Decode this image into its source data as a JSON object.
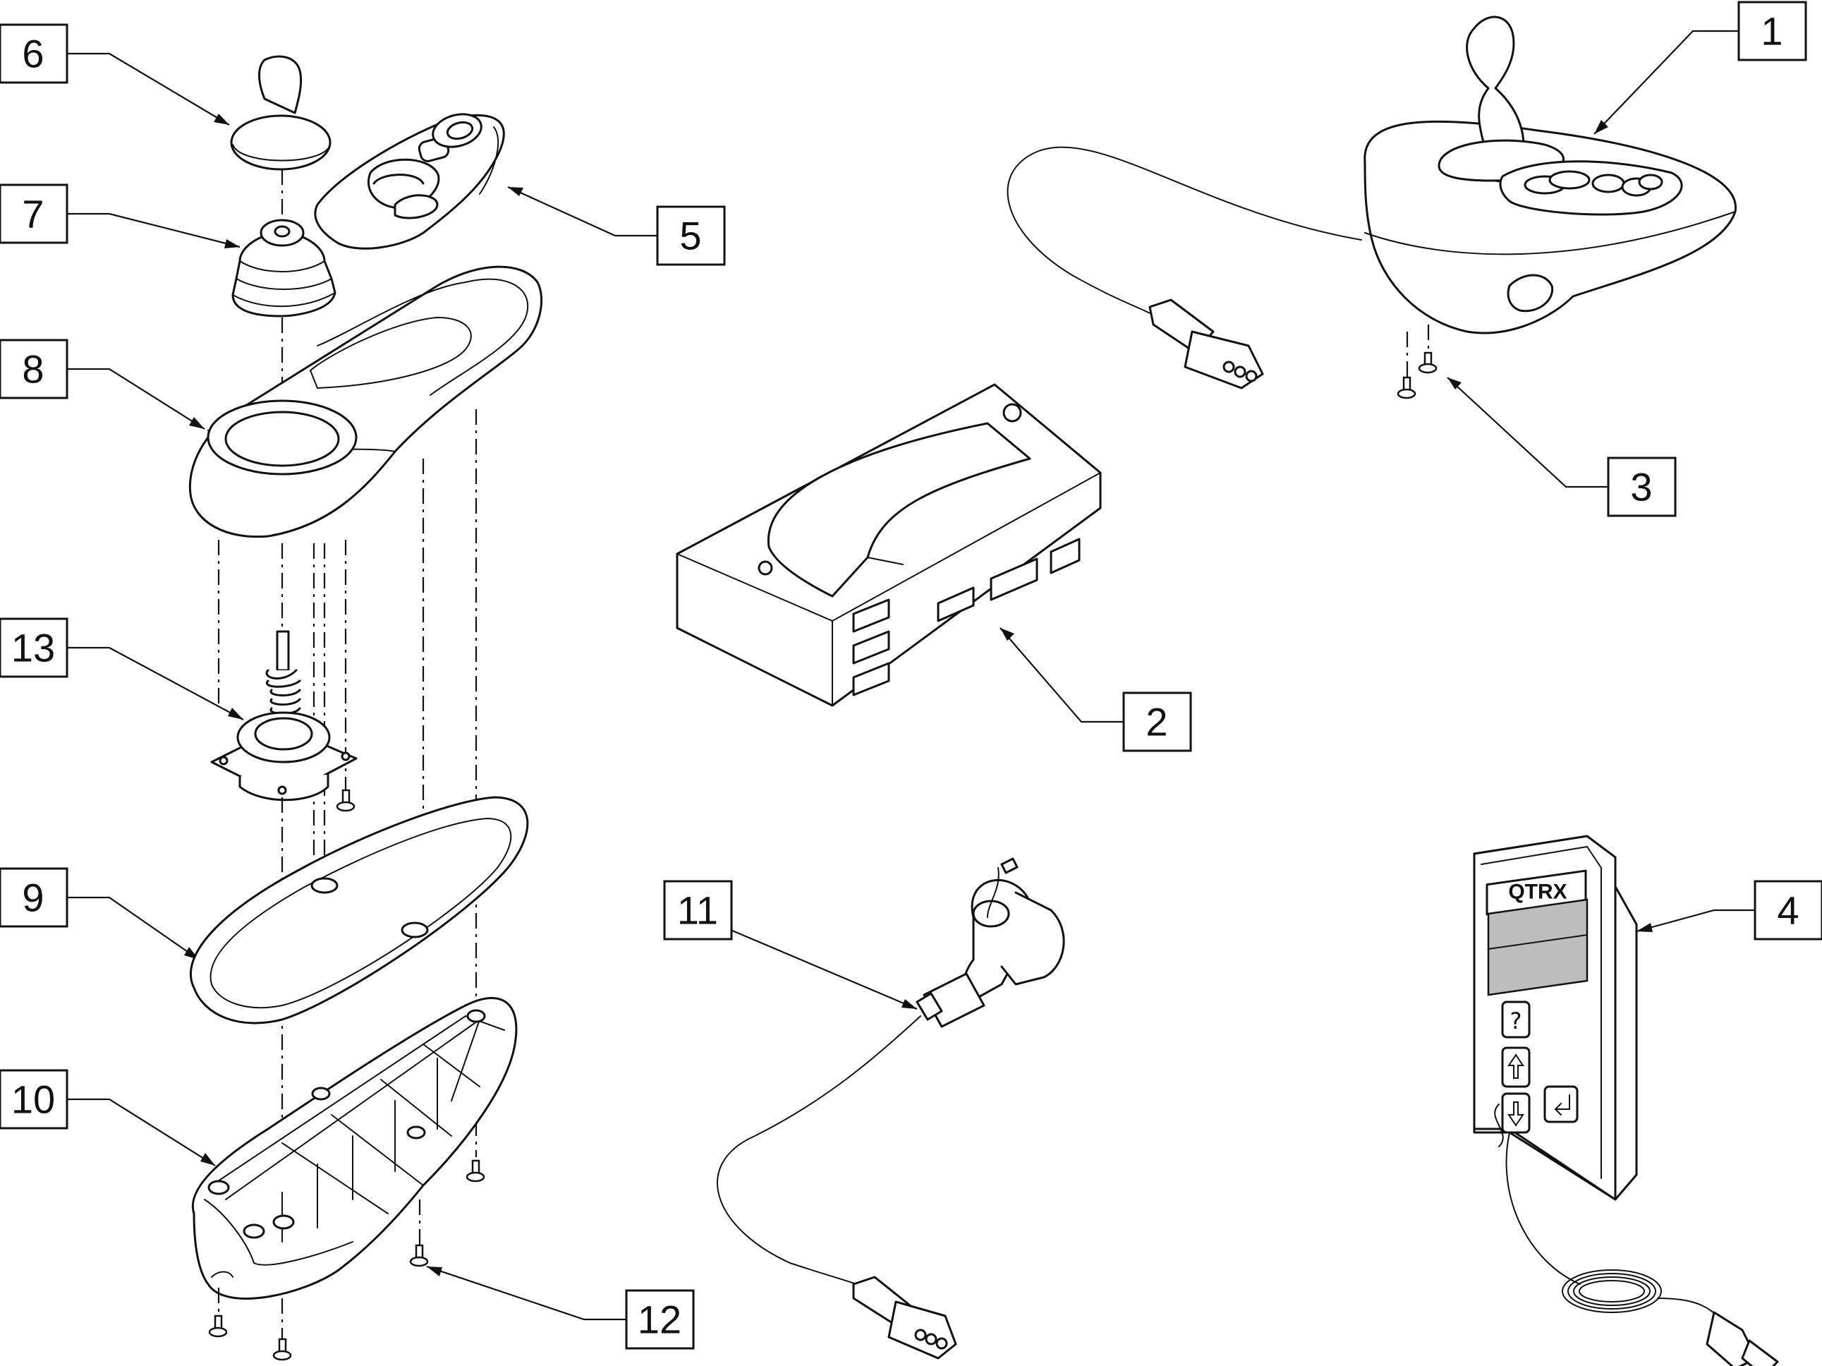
{
  "callouts": [
    {
      "id": "1",
      "label": "1"
    },
    {
      "id": "2",
      "label": "2"
    },
    {
      "id": "3",
      "label": "3"
    },
    {
      "id": "4",
      "label": "4"
    },
    {
      "id": "5",
      "label": "5"
    },
    {
      "id": "6",
      "label": "6"
    },
    {
      "id": "7",
      "label": "7"
    },
    {
      "id": "8",
      "label": "8"
    },
    {
      "id": "9",
      "label": "9"
    },
    {
      "id": "10",
      "label": "10"
    },
    {
      "id": "11",
      "label": "11"
    },
    {
      "id": "12",
      "label": "12"
    },
    {
      "id": "13",
      "label": "13"
    }
  ],
  "programmer": {
    "display_label": "QTRX"
  },
  "colors": {
    "line": "#111111",
    "fill": "#ffffff",
    "shade": "#bdbdbd"
  }
}
